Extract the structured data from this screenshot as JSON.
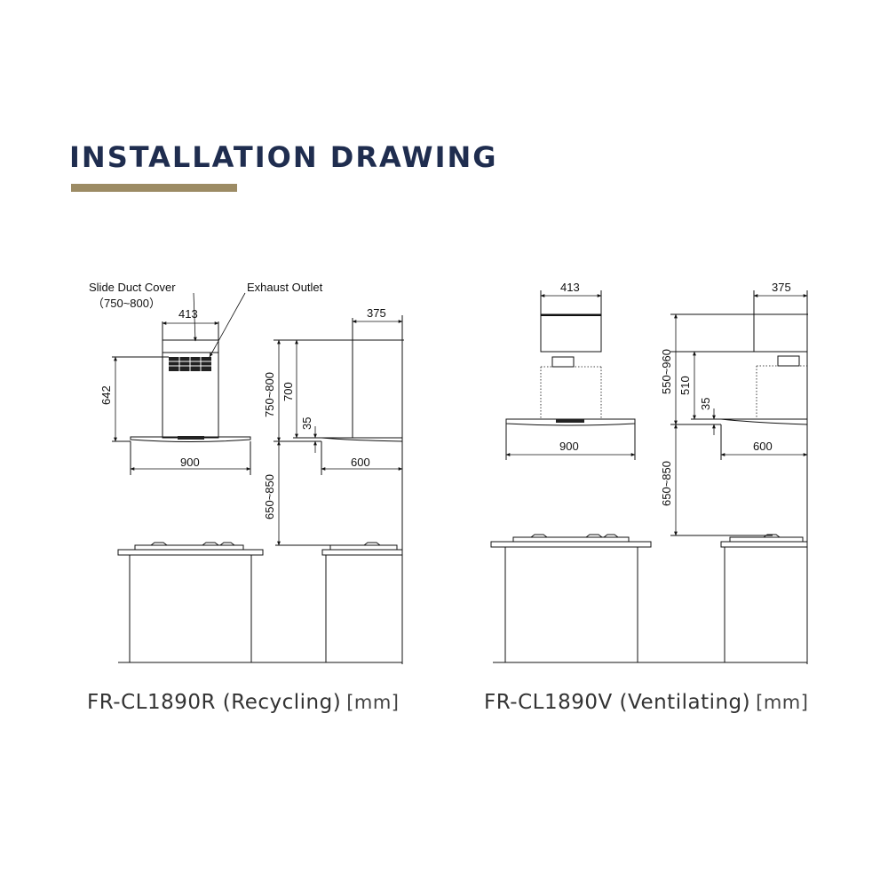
{
  "header": {
    "title": "INSTALLATION DRAWING",
    "accent_color": "#9c8b64",
    "title_color": "#1f2d4f"
  },
  "left_drawing": {
    "callouts": {
      "slide_duct_cover": "Slide Duct Cover",
      "slide_duct_range": "（750~800）",
      "exhaust_outlet": "Exhaust Outlet"
    },
    "dims": {
      "chimney_width": "413",
      "depth": "375",
      "hood_height": "642",
      "chimney_height": "750~800",
      "inner_height": "700",
      "glass_thickness": "35",
      "hood_width": "900",
      "hood_depth": "600",
      "counter_clearance": "650~850"
    },
    "caption": {
      "model": "FR-CL1890R (Recycling)",
      "unit": "[mm]"
    }
  },
  "right_drawing": {
    "dims": {
      "chimney_width": "413",
      "depth": "375",
      "chimney_height": "550~960",
      "inner_height": "510",
      "glass_thickness": "35",
      "hood_width": "900",
      "hood_depth": "600",
      "counter_clearance": "650~850"
    },
    "caption": {
      "model": "FR-CL1890V (Ventilating)",
      "unit": "[mm]"
    }
  }
}
